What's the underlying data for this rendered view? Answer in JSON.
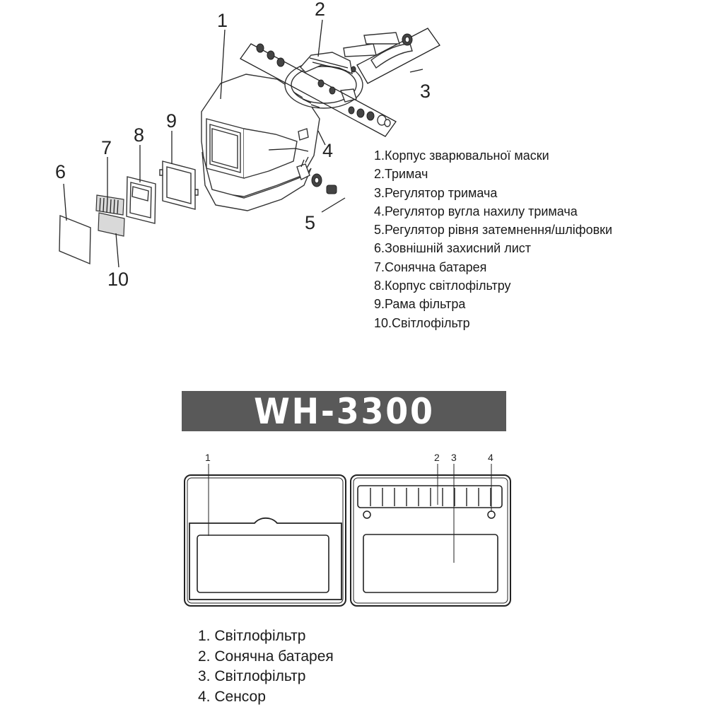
{
  "exploded_view": {
    "callouts": [
      "1",
      "2",
      "3",
      "4",
      "5",
      "6",
      "7",
      "8",
      "9",
      "10"
    ],
    "legend": [
      "1.Корпус зварювальної маски",
      "2.Тримач",
      "3.Регулятор тримача",
      "4.Регулятор вугла нахилу тримача",
      "5.Регулятор рівня затемнення/шліфовки",
      "6.Зовнішній захисний лист",
      "7.Сонячна батарея",
      "8.Корпус світлофільтру",
      "9.Рама фільтра",
      "10.Світлофільтр"
    ]
  },
  "model": {
    "title": "WH-3300",
    "banner_color": "#595959"
  },
  "filter_diagram": {
    "callouts": [
      "1",
      "2",
      "3",
      "4"
    ],
    "legend": [
      "1. Світлофільтр",
      "2. Сонячна батарея",
      "3. Світлофільтр",
      "4. Сенсор"
    ]
  }
}
